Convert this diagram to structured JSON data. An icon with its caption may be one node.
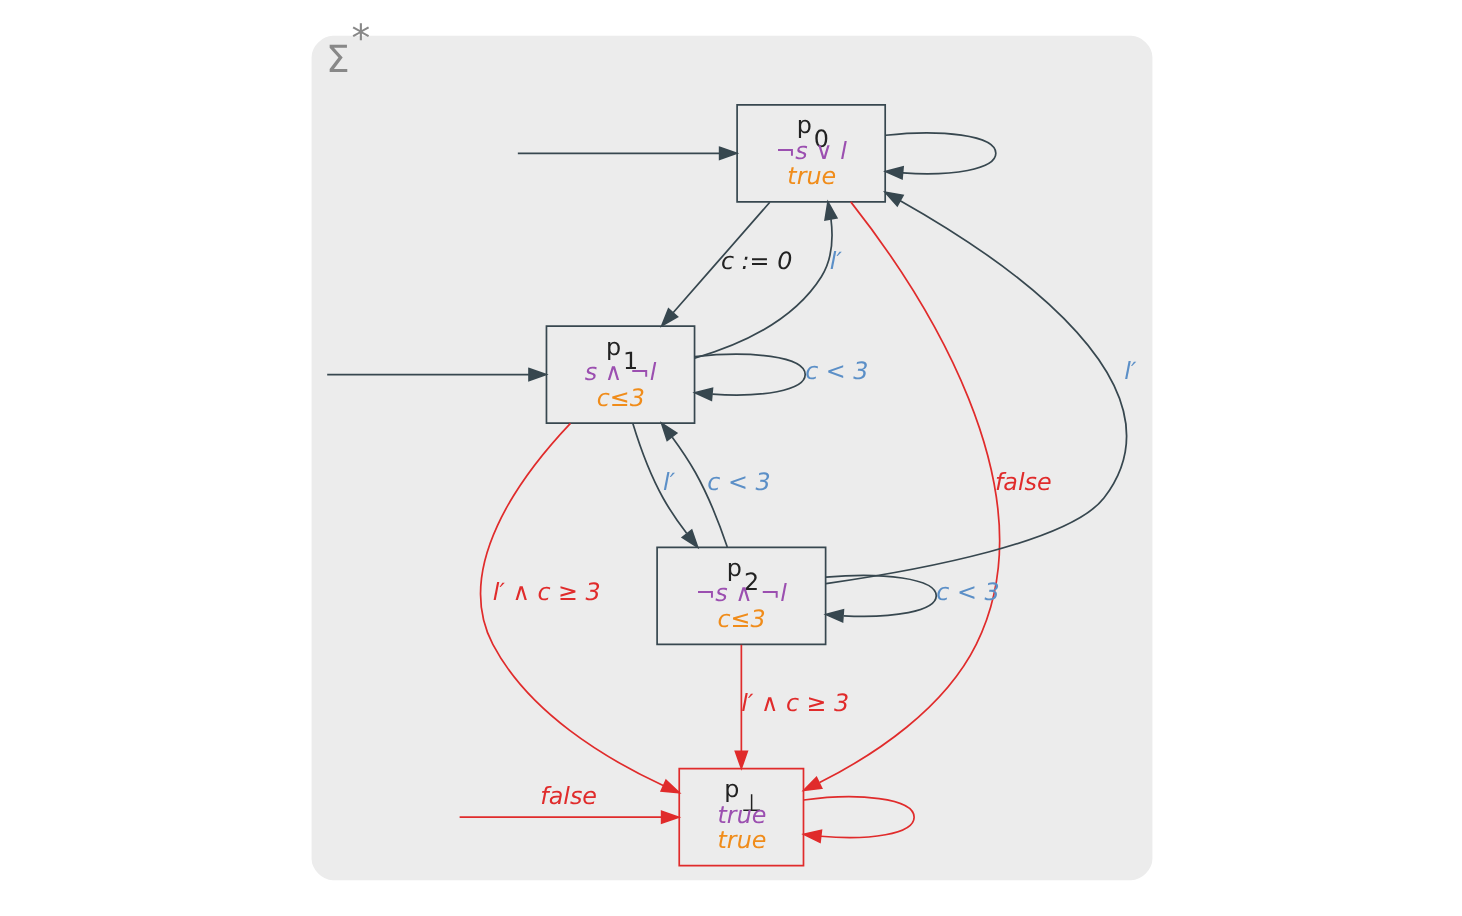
{
  "diagram": {
    "nodes": [
      {
        "text": [
          "Σ$^{*}$"
        ]
      },
      {
        "text": [
          "p$_{0}$",
          "¬s ∨ l",
          "true"
        ],
        "in": 0
      },
      {
        "text": [
          "p$_{1}$",
          "s ∧ ¬l",
          "c≤3"
        ],
        "in": 0
      },
      {
        "text": [
          "p$_{2}$",
          "¬s ∧ ¬l",
          "c≤3"
        ],
        "in": 0
      },
      {
        "text": [
          "p$_{⊥}$",
          "true",
          "true"
        ],
        "in": 0
      }
    ],
    "edges": [
      {
        "from": 1,
        "to": 1,
        "arrow": "to"
      },
      {
        "from": null,
        "to": 1,
        "arrow": "to"
      },
      {
        "from": 1,
        "to": 2,
        "arrow": "to",
        "label": "c := 0"
      },
      {
        "from": 2,
        "to": 1,
        "arrow": "to",
        "label": "l′"
      },
      {
        "from": 2,
        "to": 2,
        "arrow": "to",
        "label": "c < 3"
      },
      {
        "from": null,
        "to": 2,
        "arrow": "to"
      },
      {
        "from": 2,
        "to": 3,
        "arrow": "to",
        "label": "l′"
      },
      {
        "from": 3,
        "to": 2,
        "arrow": "to",
        "label": "c < 3"
      },
      {
        "from": 3,
        "to": 1,
        "arrow": "to",
        "label": "l′"
      },
      {
        "from": 3,
        "to": 3,
        "arrow": "to",
        "label": "c < 3"
      },
      {
        "from": 1,
        "to": 4,
        "arrow": "to",
        "label": "false",
        "color": "#e02b2b"
      },
      {
        "from": 2,
        "to": 4,
        "arrow": "to",
        "label": "l′ ∧ c ≥ 3",
        "color": "#e02b2b"
      },
      {
        "from": 3,
        "to": 4,
        "arrow": "to",
        "label": "l′ ∧ c ≥ 3",
        "color": "#e02b2b"
      },
      {
        "from": null,
        "to": 4,
        "arrow": "to",
        "label": "false",
        "color": "#e02b2b"
      },
      {
        "from": 4,
        "to": 4,
        "arrow": "to",
        "color": "#e02b2b"
      }
    ]
  }
}
